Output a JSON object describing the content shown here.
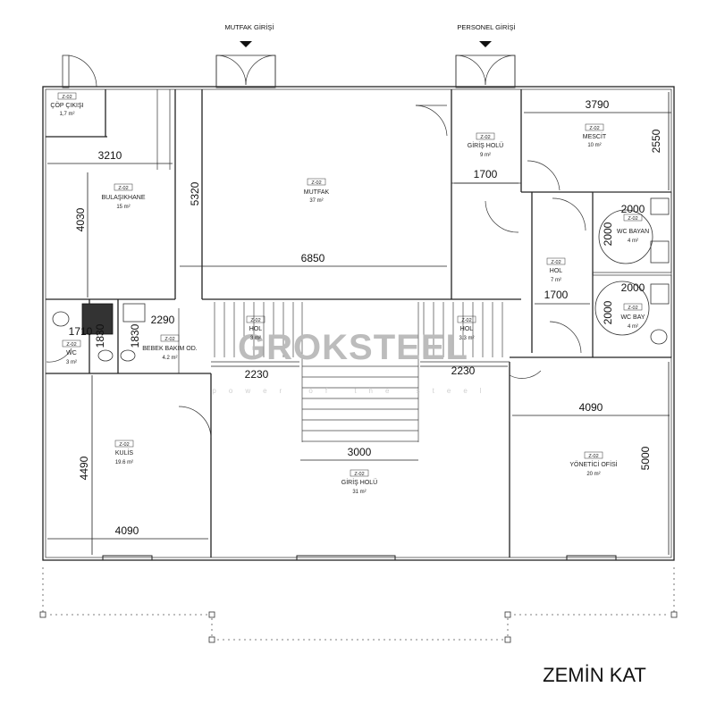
{
  "title": "ZEMİN KAT",
  "watermark": {
    "brand": "GROKSTEEL",
    "slogan": "power of the steel"
  },
  "entrances": {
    "kitchen": "MUTFAK GİRİŞİ",
    "staff": "PERSONEL GİRİŞİ"
  },
  "rooms": {
    "cop_cikisi": {
      "tag": "Z-02",
      "name": "ÇÖP ÇIKIŞI",
      "area": "1,7 m²"
    },
    "bulasikhane": {
      "tag": "Z-02",
      "name": "BULAŞIKHANE",
      "area": "15 m²"
    },
    "mutfak": {
      "tag": "Z-02",
      "name": "MUTFAK",
      "area": "37 m²"
    },
    "giris_holu_top": {
      "tag": "Z-02",
      "name": "GİRİŞ HOLÜ",
      "area": "9 m²"
    },
    "mescit": {
      "tag": "Z-02",
      "name": "MESCİT",
      "area": "10 m²"
    },
    "wc_bay": {
      "tag": "Z-02",
      "name": "WC BAYAN",
      "area": "4 m²"
    },
    "wc_bay2": {
      "tag": "Z-02",
      "name": "WC BAY",
      "area": "4 m²"
    },
    "hol_right": {
      "tag": "Z-02",
      "name": "HOL",
      "area": "7 m²"
    },
    "hol_left": {
      "tag": "Z-02",
      "name": "HOL",
      "area": "3 m²"
    },
    "hol_mid": {
      "tag": "Z-02",
      "name": "HOL",
      "area": "3.3 m²"
    },
    "wc": {
      "tag": "Z-02",
      "name": "WC",
      "area": "3 m²"
    },
    "bebek": {
      "tag": "Z-02",
      "name": "BEBEK BAKIM OD.",
      "area": "4.2 m²"
    },
    "kulis": {
      "tag": "Z-02",
      "name": "KULİS",
      "area": "19.6 m²"
    },
    "giris_holu": {
      "tag": "Z-02",
      "name": "GİRİŞ HOLÜ",
      "area": "31 m²"
    },
    "yonetici": {
      "tag": "Z-02",
      "name": "YÖNETİCİ OFİSİ",
      "area": "20 m²"
    }
  },
  "dimensions": {
    "d3210": "3210",
    "d4030": "4030",
    "d5320": "5320",
    "d6850": "6850",
    "d1700a": "1700",
    "d3790": "3790",
    "d2550": "2550",
    "d1700b": "1700",
    "d2000a": "2000",
    "d2000b": "2000",
    "d2000c": "2000",
    "d2000d": "2000",
    "d2290": "2290",
    "d1830": "1830",
    "d1830b": "1830",
    "d1710": "1710",
    "d2230a": "2230",
    "d2230b": "2230",
    "d3000": "3000",
    "d4090a": "4090",
    "d4490": "4490",
    "d4090b": "4090",
    "d5000": "5000"
  }
}
